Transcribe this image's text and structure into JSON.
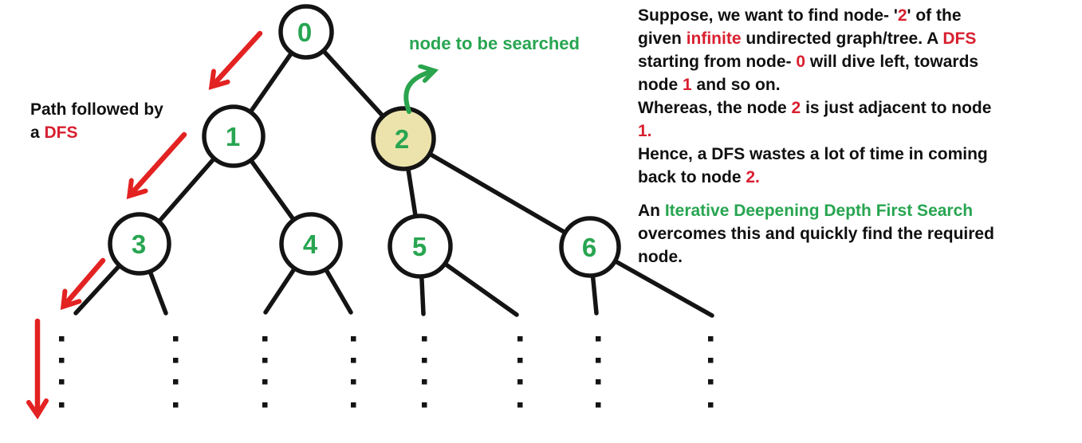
{
  "colors": {
    "line_black": "#141414",
    "red_text": "#d81f2f",
    "green_text": "#28a551",
    "arrow_red": "#e32222",
    "arrow_green": "#2ba44e",
    "node2_fill": "#ece3ac"
  },
  "diagram": {
    "nodes": [
      {
        "label": "0"
      },
      {
        "label": "1"
      },
      {
        "label": "2"
      },
      {
        "label": "3"
      },
      {
        "label": "4"
      },
      {
        "label": "5"
      },
      {
        "label": "6"
      }
    ],
    "path_label_line1": "Path followed by",
    "path_label_line2": [
      {
        "t": "a ",
        "c": "black"
      },
      {
        "t": "DFS",
        "c": "red"
      }
    ],
    "search_label": "node to be searched"
  },
  "explanation": {
    "para1": [
      [
        {
          "t": "Suppose, we want to find node- '",
          "c": "black"
        },
        {
          "t": "2",
          "c": "red"
        },
        {
          "t": "' of the",
          "c": "black"
        }
      ],
      [
        {
          "t": "given ",
          "c": "black"
        },
        {
          "t": "infinite",
          "c": "red"
        },
        {
          "t": " undirected graph/tree. A ",
          "c": "black"
        },
        {
          "t": "DFS",
          "c": "red"
        }
      ],
      [
        {
          "t": "starting from node- ",
          "c": "black"
        },
        {
          "t": "0",
          "c": "red"
        },
        {
          "t": " will dive left, towards",
          "c": "black"
        }
      ],
      [
        {
          "t": "node ",
          "c": "black"
        },
        {
          "t": "1",
          "c": "red"
        },
        {
          "t": " and so on.",
          "c": "black"
        }
      ],
      [
        {
          "t": "Whereas, the node ",
          "c": "black"
        },
        {
          "t": "2",
          "c": "red"
        },
        {
          "t": " is just adjacent to node",
          "c": "black"
        }
      ],
      [
        {
          "t": "1.",
          "c": "red"
        }
      ],
      [
        {
          "t": "Hence, a DFS wastes a lot of time in coming",
          "c": "black"
        }
      ],
      [
        {
          "t": "back to node ",
          "c": "black"
        },
        {
          "t": "2.",
          "c": "red"
        }
      ]
    ],
    "para2": [
      [
        {
          "t": "An ",
          "c": "black"
        },
        {
          "t": "Iterative Deepening Depth First Search",
          "c": "green"
        }
      ],
      [
        {
          "t": "overcomes this and quickly find the required",
          "c": "black"
        }
      ],
      [
        {
          "t": "node.",
          "c": "black"
        }
      ]
    ]
  }
}
